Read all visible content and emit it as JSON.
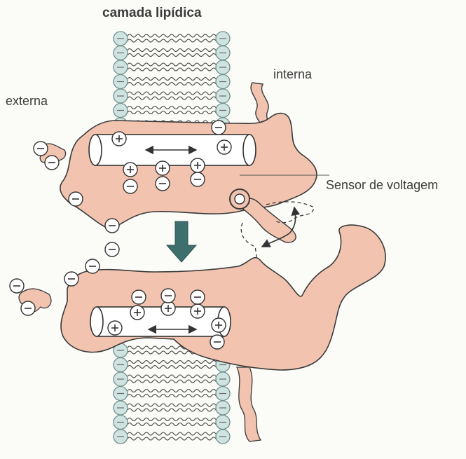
{
  "labels": {
    "lipid_layer": "camada lipídica",
    "internal": "interna",
    "external": "externa",
    "voltage_sensor": "Sensor de voltagem"
  },
  "colors": {
    "protein": "#f2c4b0",
    "protein_stroke": "#3a3a3a",
    "lipid_head": "#cfe3e0",
    "lipid_head_stroke": "#6f8f8b",
    "arrow": "#3d6f6c",
    "background": "#fbfbf8"
  },
  "states": [
    {
      "name": "top",
      "charges_in_cylinder": [
        "+",
        "+",
        "+",
        "+",
        "+"
      ],
      "charges_below": [
        "-",
        "-",
        "-"
      ]
    },
    {
      "name": "bottom",
      "charges_in_cylinder": [
        "+",
        "+",
        "+",
        "+",
        "+"
      ],
      "charges_above": [
        "-",
        "-",
        "-"
      ]
    }
  ]
}
